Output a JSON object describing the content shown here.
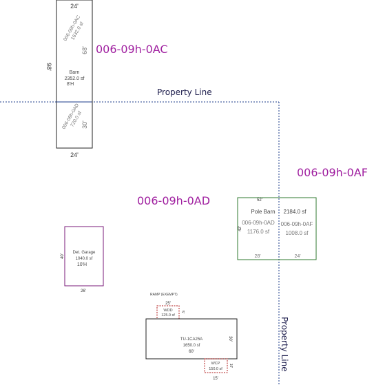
{
  "parcels": {
    "ac": "006-09h-0AC",
    "ad": "006-09h-0AD",
    "af": "006-09h-0AF"
  },
  "property_line": {
    "horizontal_label": "Property Line",
    "vertical_label": "Property Line"
  },
  "barn_strip": {
    "top_dim": "24'",
    "bottom_dim": "24'",
    "left_dim": "98'",
    "ac_part": {
      "code": "006-09h-0AC",
      "area": "1632.0 sf",
      "side_dim": "68'"
    },
    "barn": {
      "name": "Barn",
      "area": "2352.0 sf",
      "height": "8'H"
    },
    "ad_part": {
      "code": "006-09h-0AD",
      "area": "720.0 sf",
      "side_dim": "30'"
    }
  },
  "pole_barn": {
    "title": "Pole Barn",
    "total_area": "2184.0 sf",
    "top_dim": "52'",
    "left_dim": "42'",
    "ad_part": {
      "code": "006-09h-0AD",
      "area": "1176.0 sf",
      "bottom_dim": "28'"
    },
    "af_part": {
      "code": "006-09h-0AF",
      "area": "1008.0 sf",
      "bottom_dim": "24'"
    }
  },
  "garage": {
    "name": "Det. Garage",
    "area": "1040.0 sf",
    "height": "10'H",
    "left_dim": "40'",
    "bottom_dim": "26'"
  },
  "home": {
    "ramp_note": "RAMP (EXEMPT)",
    "name": "TU-1CA25A",
    "area": "1650.0 sf",
    "bottom_dim": "60'",
    "right_dim": "30'",
    "wdd": {
      "label": "WDD",
      "area": "125.0 sf",
      "top_dim": "25'",
      "side_dim": "5'"
    },
    "wcp": {
      "label": "WCP",
      "area": "150.0 sf",
      "bottom_dim": "15'",
      "side_dim": "10'"
    }
  },
  "colors": {
    "parcel_label": "#a020a0",
    "property_line": "#1a3a8a",
    "pole_barn": "#2f7a2f",
    "garage": "#7a1a7a",
    "structure": "#222222",
    "deck": "#b01818"
  }
}
